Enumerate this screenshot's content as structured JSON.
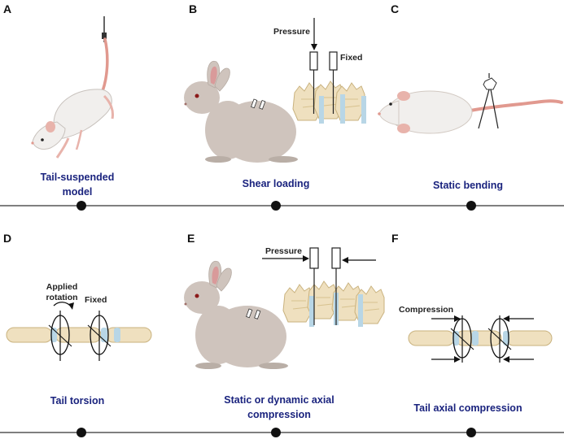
{
  "panels": [
    {
      "letter": "A",
      "caption_lines": [
        "Tail-suspended",
        "model"
      ]
    },
    {
      "letter": "B",
      "caption_lines": [
        "Shear loading"
      ],
      "labels": {
        "pressure": "Pressure",
        "fixed": "Fixed"
      }
    },
    {
      "letter": "C",
      "caption_lines": [
        "Static bending"
      ]
    },
    {
      "letter": "D",
      "caption_lines": [
        "Tail torsion"
      ],
      "labels": {
        "applied_1": "Applied",
        "applied_2": "rotation",
        "fixed": "Fixed"
      }
    },
    {
      "letter": "E",
      "caption_lines": [
        "Static or dynamic axial",
        "compression"
      ],
      "labels": {
        "pressure": "Pressure"
      }
    },
    {
      "letter": "F",
      "caption_lines": [
        "Tail axial compression"
      ],
      "labels": {
        "compression": "Compression"
      }
    }
  ],
  "colors": {
    "caption": "#1a237e",
    "fur_rabbit": "#cfc4bd",
    "fur_rat": "#f1efed",
    "tail_pink": "#e1998f",
    "bone": "#efe0bf",
    "disc": "#b8d6e6"
  }
}
